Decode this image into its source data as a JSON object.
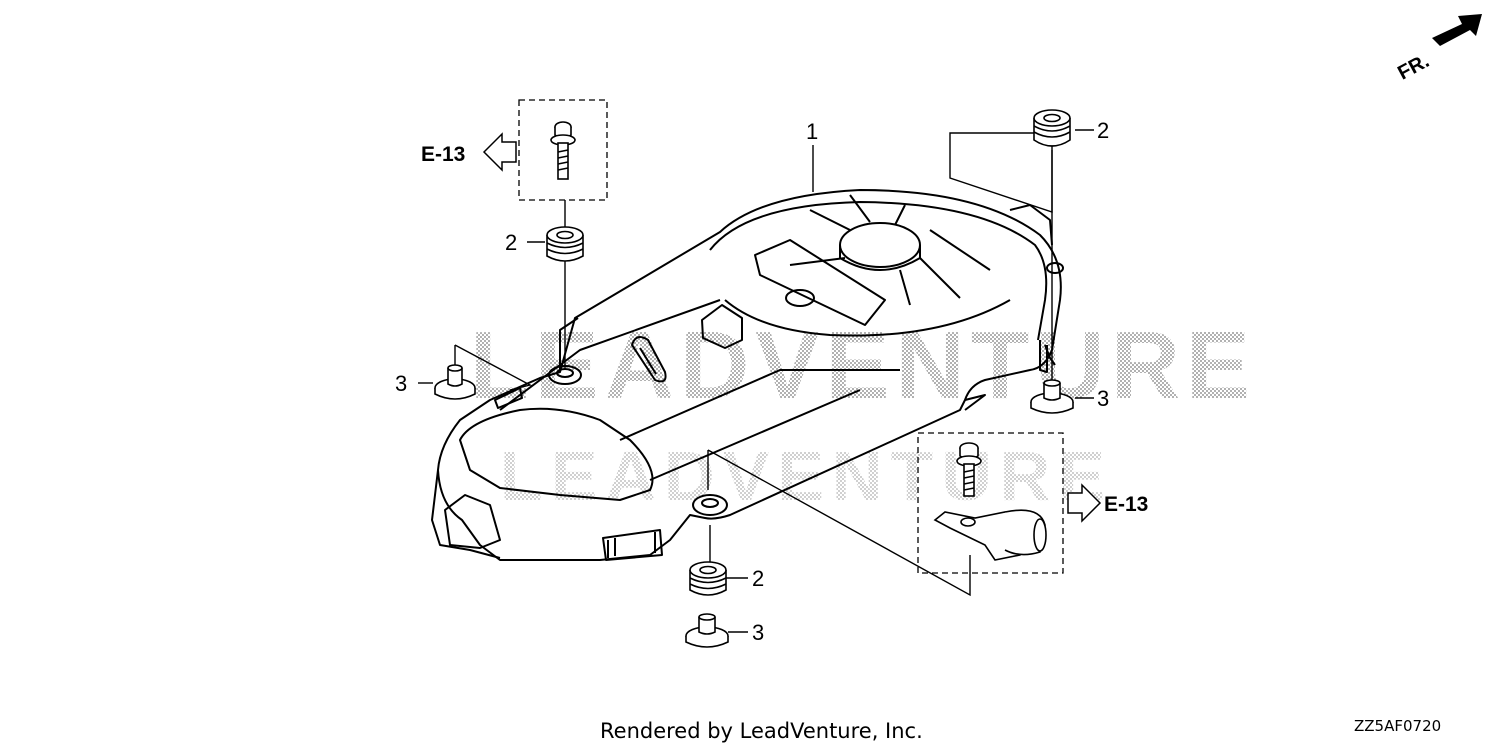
{
  "diagram": {
    "callouts": [
      {
        "id": "c1",
        "label": "1"
      },
      {
        "id": "c2a",
        "label": "2"
      },
      {
        "id": "c2b",
        "label": "2"
      },
      {
        "id": "c2c",
        "label": "2"
      },
      {
        "id": "c3a",
        "label": "3"
      },
      {
        "id": "c3b",
        "label": "3"
      },
      {
        "id": "c3c",
        "label": "3"
      }
    ],
    "references": {
      "left": "E-13",
      "right": "E-13"
    },
    "direction_label": "FR.",
    "watermark_line1": "LEADVENTURE",
    "watermark_line2": "LEADVENTURE",
    "footer_text": "Rendered by LeadVenture, Inc.",
    "diagram_code": "ZZ5AF0720"
  },
  "colors": {
    "line": "#000000",
    "watermark": "#8a8a8a",
    "background": "#ffffff"
  }
}
